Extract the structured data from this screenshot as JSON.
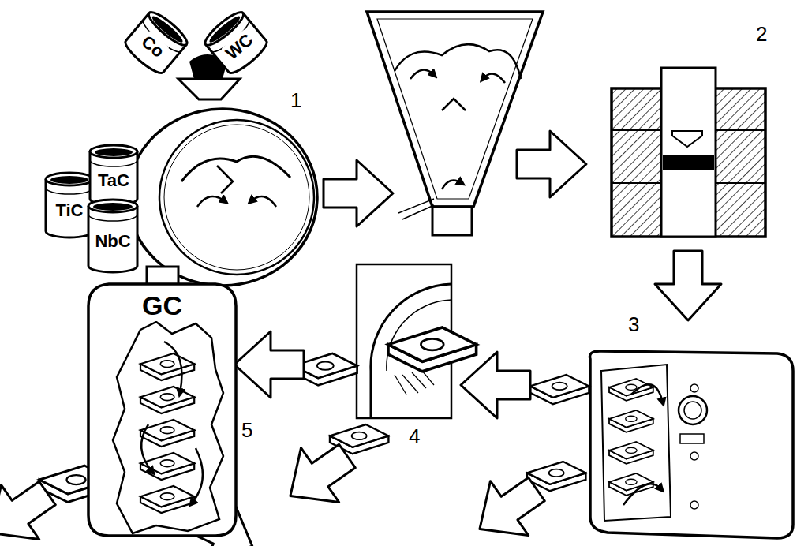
{
  "diagram": {
    "nodes": [
      {
        "text": [
          "Co"
        ]
      },
      {
        "text": [
          "WC"
        ]
      },
      {
        "text": [
          "TaC"
        ]
      },
      {
        "text": [
          "TiC"
        ]
      },
      {
        "text": [
          "NbC"
        ]
      },
      {
        "text": [
          "GC"
        ]
      }
    ],
    "labels": [
      "1",
      "2",
      "3",
      "4",
      "5"
    ]
  }
}
